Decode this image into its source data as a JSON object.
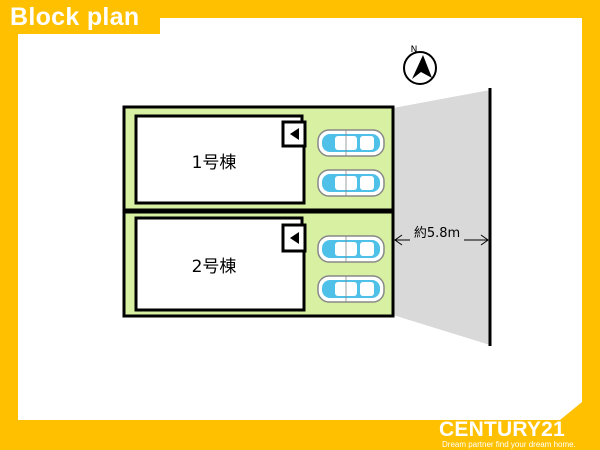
{
  "header": {
    "title": "Block plan"
  },
  "plan": {
    "buildings": [
      {
        "label": "1号棟"
      },
      {
        "label": "2号棟"
      }
    ],
    "road_width_label": "約5.8m",
    "north_label": "N",
    "colors": {
      "lot_green": "#d7f0a2",
      "road_gray": "#d9d9d9",
      "brand_yellow": "#ffc000",
      "car_blue": "#4fc1e9"
    },
    "icons": [
      "compass-north-icon",
      "entrance-arrow-icon",
      "car-icon"
    ]
  },
  "brand": {
    "name": "CENTURY21",
    "tagline": "Dream partner find your dream home."
  }
}
